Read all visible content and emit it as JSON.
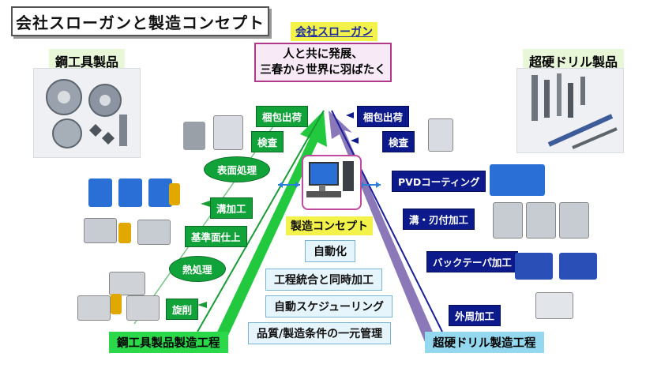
{
  "title": "会社スローガンと製造コンセプト",
  "slogan": {
    "label": "会社スローガン",
    "line1": "人と共に発展、",
    "line2": "三春から世界に羽ばたく"
  },
  "steel_tools": {
    "label": "鋼工具製品",
    "process_label": "鋼工具製品製造工程",
    "steps": [
      "梱包出荷",
      "検査",
      "表面処理",
      "溝加工",
      "基準面仕上",
      "熱処理",
      "旋削"
    ]
  },
  "carbide_drills": {
    "label": "超硬ドリル製品",
    "process_label": "超硬ドリル製造工程",
    "steps": [
      "梱包出荷",
      "検査",
      "PVDコーティング",
      "溝・刃付加工",
      "バックテーパ加工",
      "外周加工"
    ]
  },
  "concept": {
    "label": "製造コンセプト",
    "items": [
      "自動化",
      "工程統合と同時加工",
      "自動スケジューリング",
      "品質/製造条件の一元管理"
    ]
  },
  "colors": {
    "green_arrow": "#22c93e",
    "purple_arrow": "#8a78b8",
    "green_tag": "#12a23a",
    "navy_tag": "#0c1a8c"
  }
}
